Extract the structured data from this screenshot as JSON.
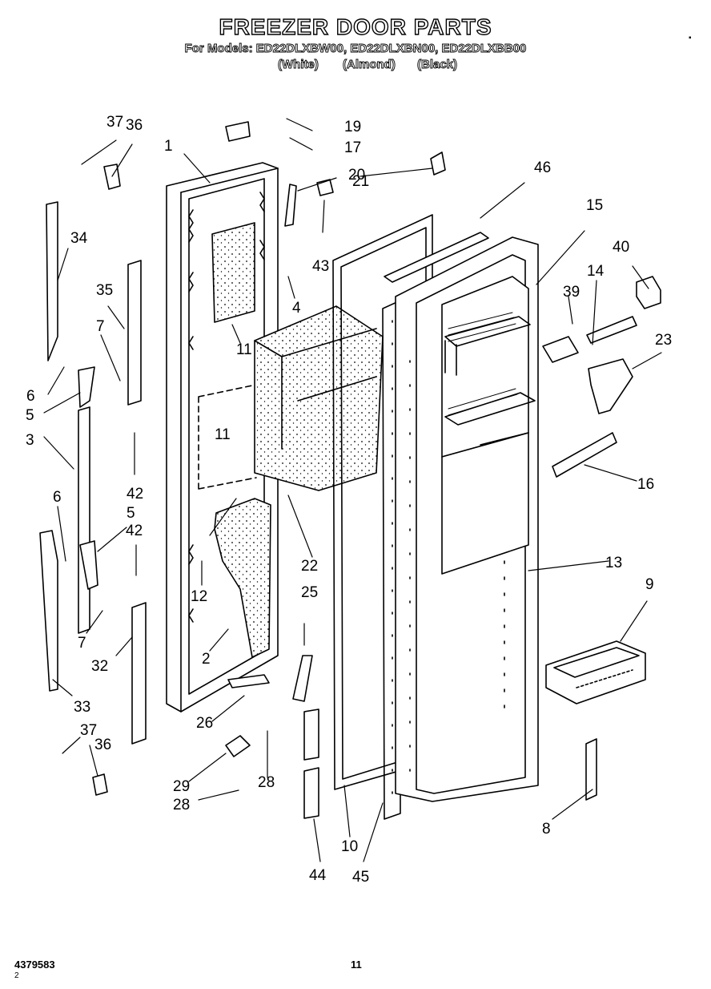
{
  "header": {
    "title": "FREEZER DOOR PARTS",
    "models_line": "For Models: ED22DLXBW00, ED22DLXBN00, ED22DLXBB00",
    "color_white": "(White)",
    "color_almond": "(Almond)",
    "color_black": "(Black)"
  },
  "part_labels": [
    "1",
    "2",
    "3",
    "4",
    "5",
    "5",
    "6",
    "6",
    "7",
    "7",
    "8",
    "9",
    "10",
    "11",
    "11",
    "12",
    "13",
    "14",
    "15",
    "16",
    "17",
    "19",
    "20",
    "21",
    "22",
    "23",
    "25",
    "26",
    "28",
    "28",
    "29",
    "32",
    "33",
    "34",
    "35",
    "36",
    "36",
    "37",
    "37",
    "39",
    "40",
    "42",
    "42",
    "43",
    "44",
    "45",
    "46"
  ],
  "footer": {
    "doc_number": "4379583",
    "page_number": "11",
    "corner_mark": "▪",
    "corner_tick": "2"
  }
}
